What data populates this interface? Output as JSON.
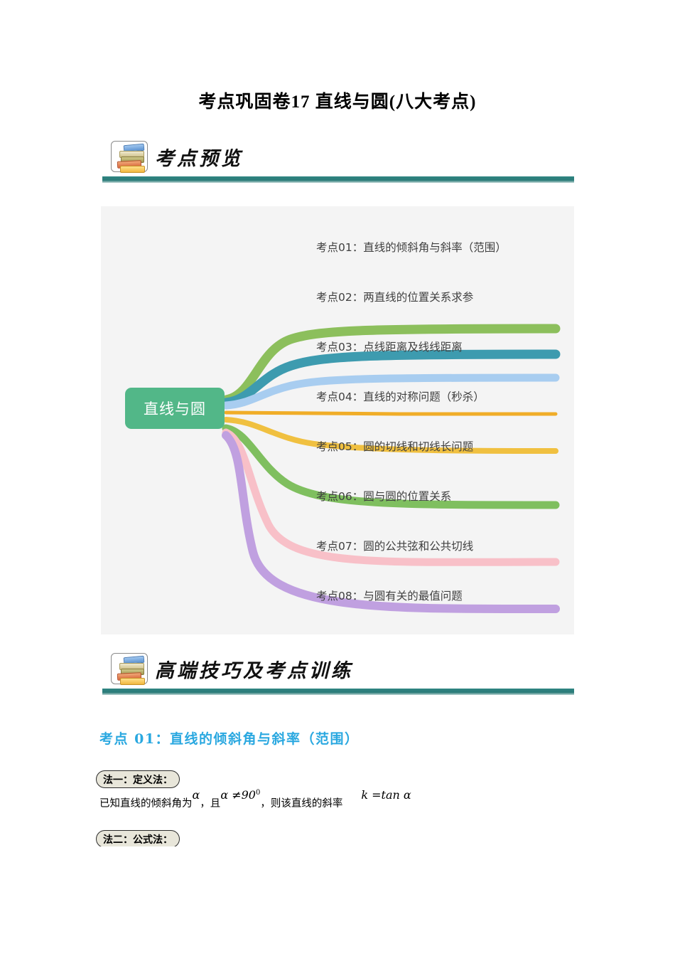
{
  "document": {
    "title": "考点巩固卷17  直线与圆(八大考点)"
  },
  "sections": [
    {
      "id": "overview",
      "banner_text": "考点预览",
      "icon": "stacked-books-icon"
    },
    {
      "id": "training",
      "banner_text": "高端技巧及考点训练",
      "icon": "stacked-books-icon"
    }
  ],
  "mindmap": {
    "center_label": "直线与圆",
    "center_color": "#52b788",
    "background": "#f4f4f4",
    "branches": [
      {
        "label": "考点01：直线的倾斜角与斜率（范围）",
        "color": "#8cbf5c"
      },
      {
        "label": "考点02：两直线的位置关系求参",
        "color": "#3d9baf"
      },
      {
        "label": "考点03：点线距离及线线距离",
        "color": "#a8cdf0"
      },
      {
        "label": "考点04：直线的对称问题（秒杀）",
        "color": "#f0ad28"
      },
      {
        "label": "考点05：圆的切线和切线长问题",
        "color": "#f0c040"
      },
      {
        "label": "考点06：圆与圆的位置关系",
        "color": "#7fbf5f"
      },
      {
        "label": "考点07：圆的公共弦和公共切线",
        "color": "#f8c0c8"
      },
      {
        "label": "考点08：与圆有关的最值问题",
        "color": "#c0a0e0"
      }
    ]
  },
  "content": {
    "topic_heading": "考点 01：直线的倾斜角与斜率（范围）",
    "topic_heading_color": "#2aa8e0",
    "method_1_label": "法一：定义法：",
    "method_1_text_a": "已知直线的倾斜角为",
    "method_1_alpha": "α",
    "method_1_text_b": "，且",
    "method_1_cond": "α ≠90",
    "method_1_cond_sup": "0",
    "method_1_text_c": "，则该直线的斜率",
    "method_1_formula": "k =tan α",
    "method_2_label": "法二：公式法："
  }
}
